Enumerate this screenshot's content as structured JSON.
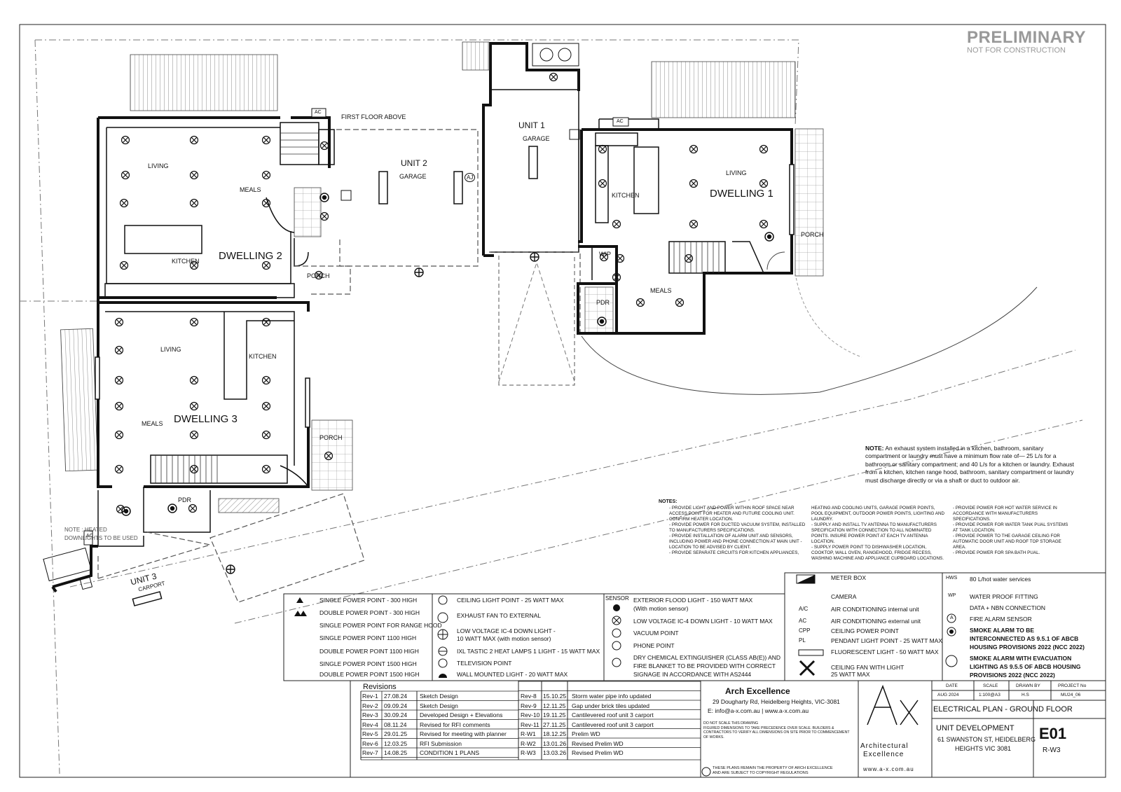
{
  "stamp": {
    "title": "PRELIMINARY",
    "subtitle": "NOT FOR CONSTRUCTION"
  },
  "rooms": {
    "d2_living": "LIVING",
    "d2_meals": "MEALS",
    "d2_kitchen": "KITCHEN",
    "d2_name": "DWELLING 2",
    "first_floor": "FIRST FLOOR ABOVE",
    "u2_title": "UNIT 2",
    "u2_garage": "GARAGE",
    "u1_title": "UNIT 1",
    "u1_garage": "GARAGE",
    "porch_d2": "PORCH",
    "d1_kitchen": "KITCHEN",
    "d1_living": "LIVING",
    "d1_name": "DWELLING 1",
    "d1_porch": "PORCH",
    "d1_meals": "MEALS",
    "d1_pdr": "PDR",
    "d1_wip": "WIP",
    "d3_living": "LIVING",
    "d3_kitchen": "KITCHEN",
    "d3_meals": "MEALS",
    "d3_name": "DWELLING 3",
    "d3_porch": "PORCH",
    "d3_pdr": "PDR",
    "u3_title": "UNIT 3",
    "u3_carport": "CARPORT",
    "ac": "AC",
    "aj": "AJ",
    "note_downlights_1": "NOTE : HEATED",
    "note_downlights_2": "DOWNLIGHTS TO BE USED"
  },
  "note_box": {
    "label": "NOTE:",
    "text": "An exhaust system installed in a kitchen, bathroom, sanitary compartment or laundry must have a minimum flow rate of— 25 L/s for a bathroom or sanitary compartment; and 40 L/s for a kitchen or laundry. Exhaust from a kitchen, kitchen range hood, bathroom, sanitary compartment or laundry must discharge directly or via a shaft or duct to outdoor air."
  },
  "notes": {
    "heading": "NOTES:",
    "col1": [
      "- PROVIDE LIGHT AND POWER WITHIN ROOF SPACE NEAR ACCESS POINT FOR HEATER AND FUTURE COOLING UNIT. CONFIRM HEATER LOCATION.",
      "- PROVIDE POWER FOR DUCTED VACUUM SYSTEM, INSTALLED TO MANUFACTURERS SPECIFICATIONS.",
      "- PROVIDE INSTALLATION OF ALARM UNIT AND SENSORS, INCLUDING POWER AND PHONE CONNECTION AT MAIN UNIT - LOCATION TO BE ADVISED BY CLIENT.",
      "- PROVIDE SEPARATE CIRCUITS FOR KITCHEN APPLIANCES,"
    ],
    "col2": [
      "HEATING AND COOLING UNITS, GARAGE POWER POINTS, POOL EQUIPMENT, OUTDOOR POWER POINTS, LIGHTING AND LAUNDRY.",
      "- SUPPLY AND INSTALL TV ANTENNA TO MANUFACTURERS SPECIFICATION WITH CONNECTION TO ALL NOMINATED POINTS. INSURE POWER POINT AT EACH TV ANTENNA LOCATION.",
      "- SUPPLY POWER POINT TO DISHWASHER LOCATION, COOKTOP, WALL OVEN, RANGEHOOD, FRIDGE RECESS, WASHING MACHINE AND APPLIANCE CUPBOARD LOCATIONS."
    ],
    "col3": [
      "- PROVIDE POWER FOR HOT WATER SERVICE IN ACCORDANCE WITH MANUFACTURERS SPECIFICATIONS.",
      "- PROVIDE POWER FOR WATER TANK PUAL SYSTEMS AT TANK LOCATION.",
      "- PROVIDE POWER TO THE GARAGE CEILING FOR AUTOMATIC DOOR UNIT AND ROOF TOP STORAGE AREA.",
      "- PROVIDE POWER FOR SPA BATH PUAL."
    ]
  },
  "legend": {
    "col1": [
      "SINGLE POWER POINT - 300 HIGH",
      "DOUBLE POWER POINT - 300 HIGH",
      "SINGLE POWER POINT FOR RANGE HOOD",
      "SINGLE POWER POINT 1100 HIGH",
      "DOUBLE POWER POINT 1100 HIGH",
      "SINGLE POWER POINT 1500 HIGH",
      "DOUBLE POWER POINT 1500 HIGH"
    ],
    "col2": [
      "CEILING LIGHT POINT - 25 WATT MAX",
      "EXHAUST FAN TO EXTERNAL",
      "LOW VOLTAGE IC-4 DOWN LIGHT -",
      "10 WATT MAX (with motion sensor)",
      "IXL TASTIC 2 HEAT LAMPS 1 LIGHT - 15 WATT MAX",
      "TELEVISION POINT",
      "WALL MOUNTED LIGHT - 20 WATT MAX"
    ],
    "sensor_label": "SENSOR",
    "col3": [
      "EXTERIOR FLOOD LIGHT - 150 WATT MAX",
      "(With motion sensor)",
      "LOW VOLTAGE IC-4 DOWN LIGHT - 10 WATT MAX",
      "VACUUM POINT",
      "PHONE POINT",
      "DRY CHEMICAL EXTINGUISHER (CLASS AB(E)) AND",
      "FIRE BLANKET TO BE PROVIDED WITH CORRECT",
      "SIGNAGE  IN ACCORDANCE WITH AS2444"
    ],
    "col4": [
      "METER BOX",
      "CAMERA",
      "AIR CONDITIONING internal unit",
      "AIR CONDITIONING external unit",
      "CEILING POWER POINT",
      "PENDANT LIGHT POINT - 25 WATT MAX",
      "FLUORESCENT LIGHT - 50 WATT MAX",
      "CEILING FAN WITH LIGHT",
      "25 WATT MAX"
    ],
    "col4_sym": [
      "",
      "",
      "A/C",
      "AC",
      "CPP",
      "PL",
      "",
      "",
      ""
    ],
    "col5": [
      "80 L/hot water services",
      "WATER PROOF FITTING",
      "DATA + NBN CONNECTION",
      "FIRE ALARM SENSOR",
      "SMOKE ALARM TO BE",
      "INTERCONNECTED AS 9.5.1 OF ABCB",
      "HOUSING PROVISIONS 2022 (NCC 2022)",
      "SMOKE ALARM WITH EVACUATION",
      "LIGHTING AS 9.5.5 OF ABCB HOUSING",
      "PROVISIONS 2022 (NCC 2022)"
    ],
    "col5_sym": [
      "HWS",
      "WP",
      "",
      "A"
    ]
  },
  "revisions": {
    "title": "Revisions",
    "rows_a": [
      [
        "Rev-1",
        "27.08.24",
        "Sketch Design"
      ],
      [
        "Rev-2",
        "09.09.24",
        "Sketch Design"
      ],
      [
        "Rev-3",
        "30.09.24",
        "Developed Design +  Elevations"
      ],
      [
        "Rev-4",
        "08.11.24",
        "Revised for RFI comments"
      ],
      [
        "Rev-5",
        "29.01.25",
        "Revised for meeting with planner"
      ],
      [
        "Rev-6",
        "12.03.25",
        "RFI Submission"
      ],
      [
        "Rev-7",
        "14.08.25",
        "CONDITION 1 PLANS"
      ]
    ],
    "rows_b": [
      [
        "Rev-8",
        "15.10.25",
        "Storm water pipe info updated"
      ],
      [
        "Rev-9",
        "12.11.25",
        "Gap under brick tiles updated"
      ],
      [
        "Rev-10",
        "19.11.25",
        "Cantilevered roof unit 3 carport"
      ],
      [
        "Rev-11",
        "27.11.25",
        "Cantilevered roof unit 3 carport"
      ],
      [
        "R-W1",
        "18.12.25",
        "Prelim WD"
      ],
      [
        "R-W2",
        "13.01.26",
        "Revised Prelim WD"
      ],
      [
        "R-W3",
        "13.03.26",
        "Revised Prelim WD"
      ]
    ]
  },
  "company": {
    "name": "Arch Excellence",
    "address": "29 Dougharty Rd, Heidelberg Heights, VIC-3081",
    "contact": "E: info@a-x.com.au | www.a-x.com.au",
    "disclaimer": [
      "DO NOT SCALE THIS DRAWING",
      "FIGURED DIMENSIONS TO TAKE PRECEDENCE OVER SCALE. BUILDERS &",
      "CONTRACTORS TO VERIFY ALL DIMENSIONS ON SITE PRIOR TO COMMENCEMENT",
      "OF WORKS."
    ],
    "copyright": [
      "THESE PLANS REMAIN THE PROPERTY OF ARCH EXCELLENCE",
      "AND ARE SUBJECT TO COPYRIGHT REGULATIONS"
    ],
    "logo_line1": "Architectural",
    "logo_line2": "Excellence",
    "logo_url": "www.a-x.com.au"
  },
  "titleblock": {
    "h_date": "DATE",
    "h_scale": "SCALE",
    "h_drawn": "DRAWN BY",
    "h_project": "PROJECT No",
    "date": "AUG 2024",
    "scale": "1:100@A3",
    "drawn": "H.S",
    "project": "MU24_06",
    "drawing_title": "ELECTRICAL PLAN - GROUND FLOOR",
    "project_name": "UNIT DEVELOPMENT",
    "address1": "61 SWANSTON ST, HEIDELBERG",
    "address2": "HEIGHTS VIC 3081",
    "sheet": "E01",
    "revision": "R-W3"
  },
  "colors": {
    "ink": "#1a1a1a",
    "stamp": "#8a8a8a",
    "grey": "#999999"
  }
}
